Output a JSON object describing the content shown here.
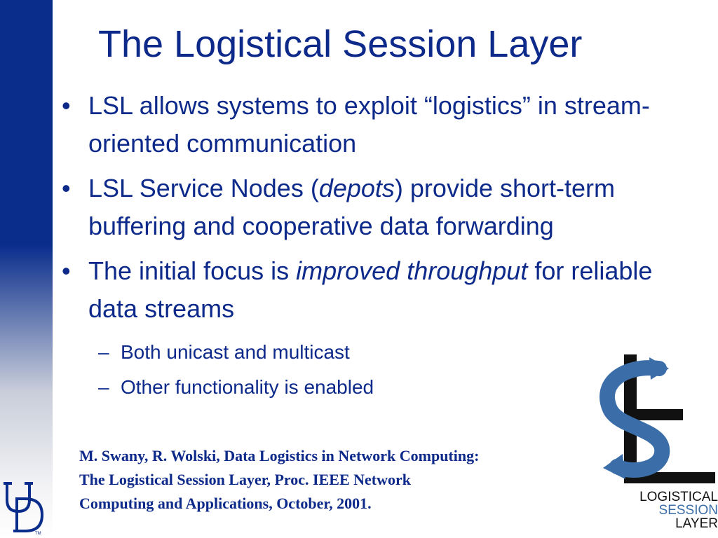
{
  "title": "The Logistical Session Layer",
  "bullets": [
    {
      "marker": "•",
      "parts": [
        "LSL allows systems to exploit “logistics” in stream-oriented communication"
      ]
    },
    {
      "marker": "•",
      "parts": [
        "LSL Service Nodes (",
        "depots",
        ") provide short-term buffering and cooperative data forwarding"
      ]
    },
    {
      "marker": "•",
      "parts": [
        "The initial focus is ",
        "improved throughput",
        " for reliable data streams"
      ]
    }
  ],
  "subbullets": [
    {
      "marker": "–",
      "text": "Both unicast and multicast"
    },
    {
      "marker": "–",
      "text": "Other functionality is enabled"
    }
  ],
  "citation": {
    "line1": "M. Swany, R. Wolski, Data Logistics in Network Computing:",
    "line2": "The Logistical Session Layer,  Proc. IEEE Network",
    "line3": "Computing and Applications, October, 2001."
  },
  "lsl_logo": {
    "word1": "LOGISTICAL",
    "word2": "SESSION",
    "word3": "LAYER",
    "s_color": "#3b6ea8",
    "l_color": "#111111"
  },
  "ud_logo": {
    "mark": "UD",
    "tm": "TM",
    "color": "#0a2d8c"
  },
  "colors": {
    "sidebar": "#0a2d8c",
    "text": "#0d2a8a"
  }
}
